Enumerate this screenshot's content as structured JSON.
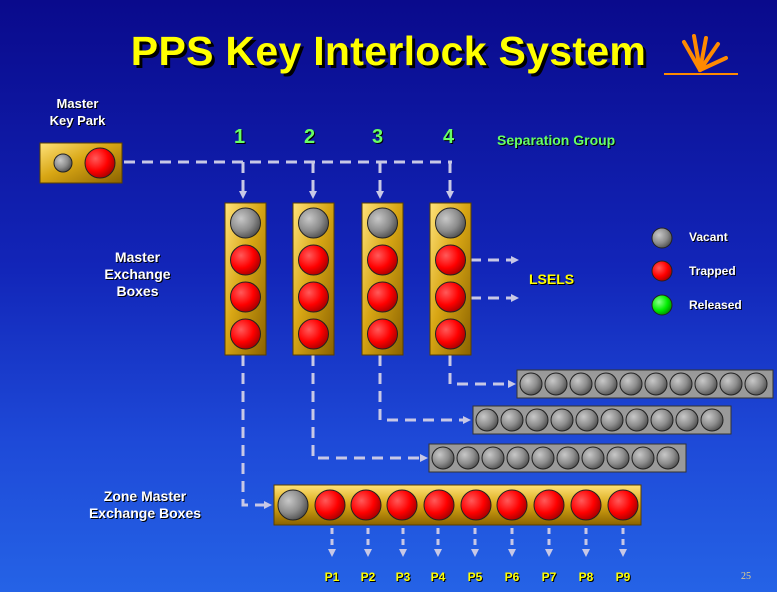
{
  "title": "PPS Key Interlock System",
  "master_key_park_label": "Master\nKey Park",
  "separation_group_label": "Separation Group",
  "group_numbers": [
    "1",
    "2",
    "3",
    "4"
  ],
  "master_exchange_label": "Master\nExchange\nBoxes",
  "zone_master_label": "Zone Master\nExchange Boxes",
  "lsels_label": "LSELS",
  "legend": [
    {
      "label": "Vacant",
      "color": "#8a8a8a"
    },
    {
      "label": "Trapped",
      "color": "#ff0000"
    },
    {
      "label": "Released",
      "color": "#00ee00"
    }
  ],
  "zone_outputs": [
    "P1",
    "P2",
    "P3",
    "P4",
    "P5",
    "P6",
    "P7",
    "P8",
    "P9"
  ],
  "page_number": "25",
  "colors": {
    "gold": "#d4a00a",
    "trapped": "#ff0000",
    "vacant": "#8a8a8a",
    "grey_box": "#9a9a9a",
    "dash": "#c8c8e6",
    "title": "#ffff00"
  }
}
